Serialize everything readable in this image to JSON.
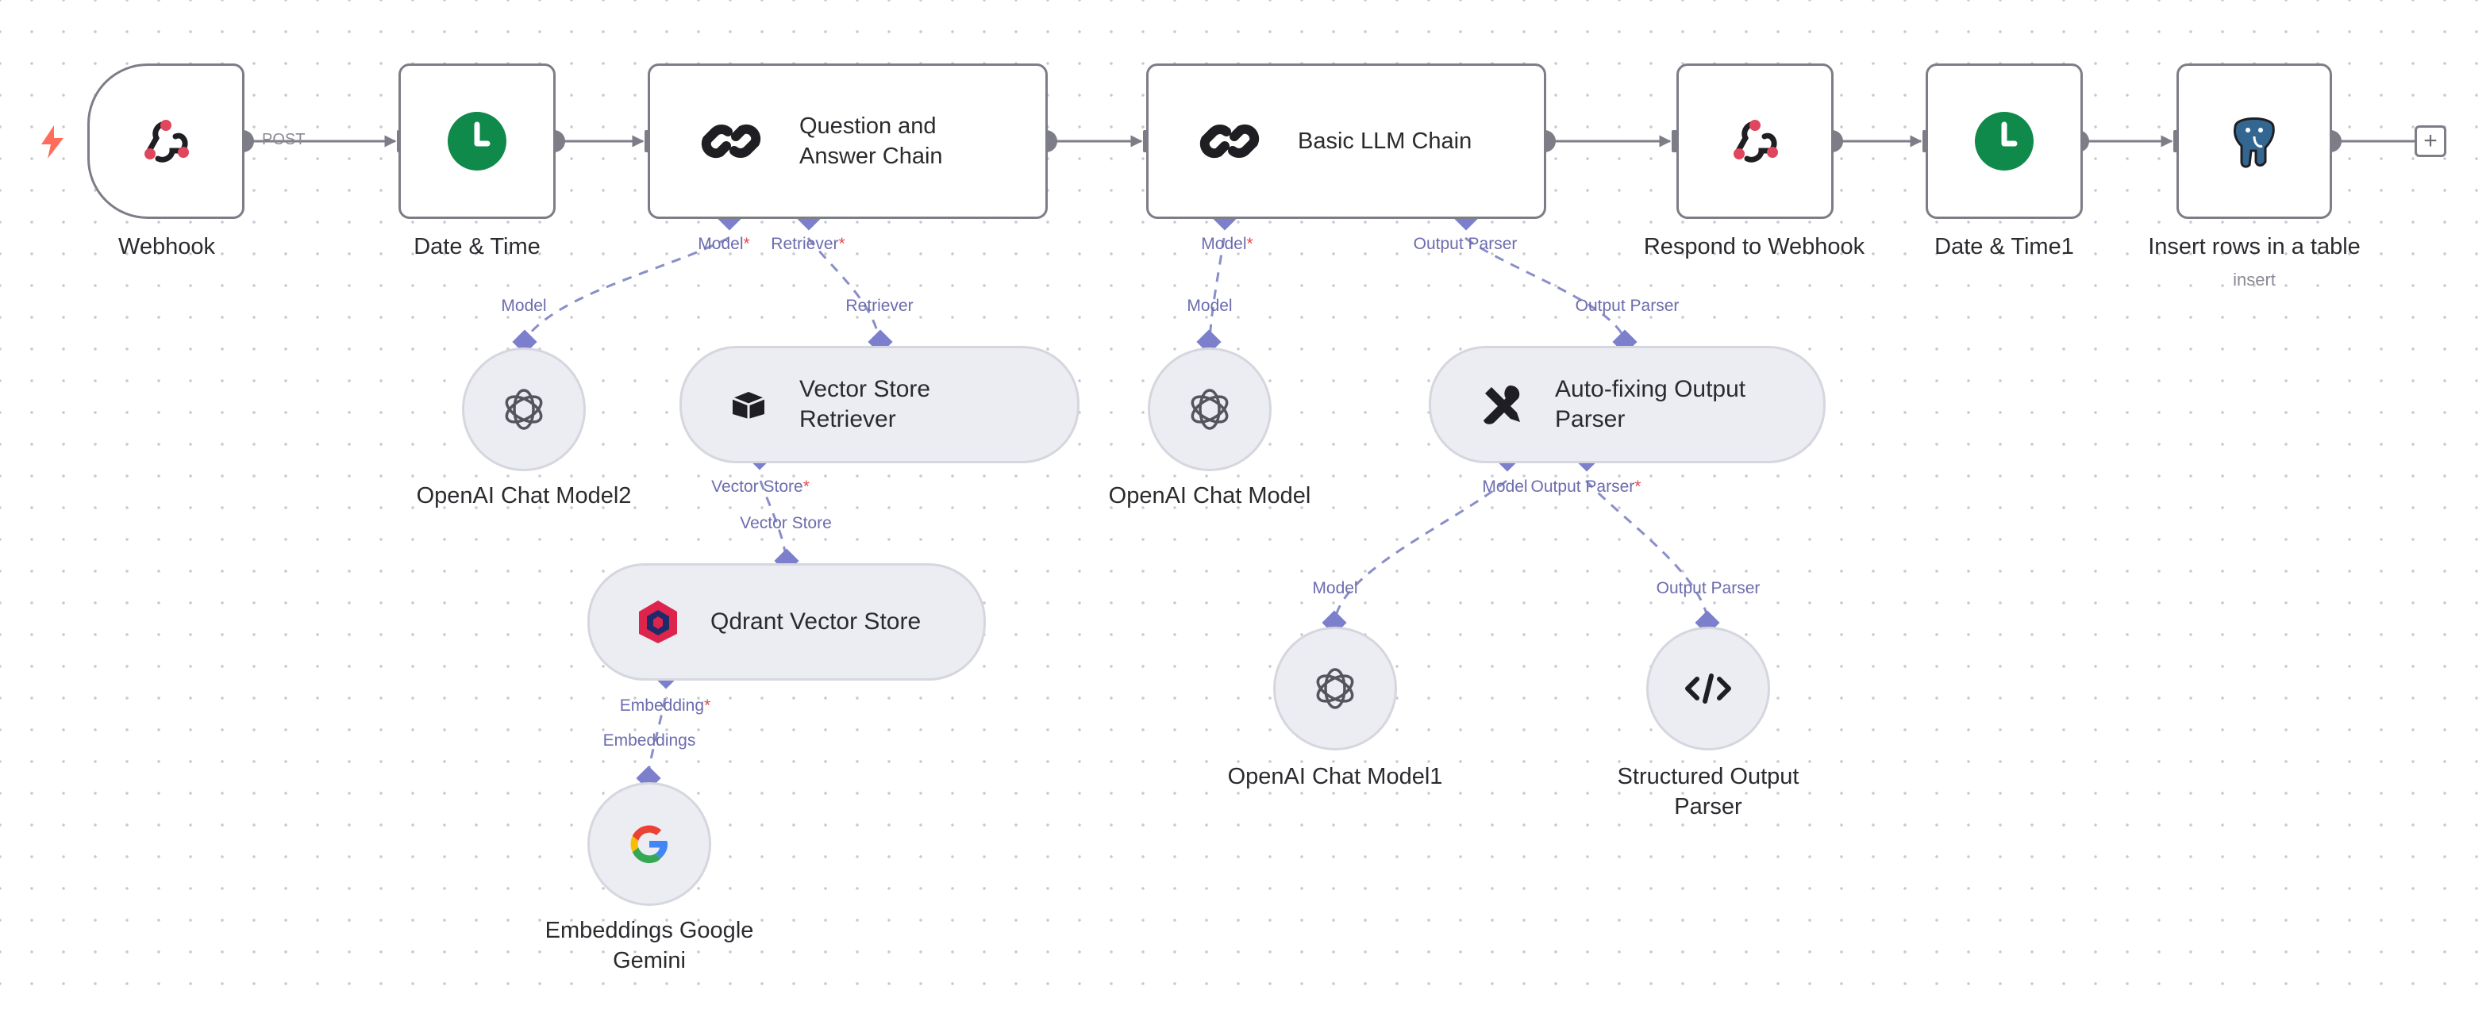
{
  "nodes": {
    "webhook": {
      "label": "Webhook"
    },
    "date_time": {
      "label": "Date & Time"
    },
    "qa_chain": {
      "line1": "Question and",
      "line2": "Answer Chain"
    },
    "llm_chain": {
      "title": "Basic LLM Chain"
    },
    "respond": {
      "label": "Respond to Webhook"
    },
    "date_time1": {
      "label": "Date & Time1"
    },
    "insert_rows": {
      "label": "Insert rows in a table",
      "sublabel": "insert"
    },
    "openai2": {
      "label": "OpenAI Chat Model2"
    },
    "vector_retriever": {
      "line1": "Vector Store",
      "line2": "Retriever"
    },
    "qdrant": {
      "title": "Qdrant Vector Store"
    },
    "gemini": {
      "line1": "Embeddings Google",
      "line2": "Gemini"
    },
    "openai": {
      "label": "OpenAI Chat Model"
    },
    "autofix": {
      "line1": "Auto-fixing Output",
      "line2": "Parser"
    },
    "openai1": {
      "label": "OpenAI Chat Model1"
    },
    "structured": {
      "line1": "Structured Output",
      "line2": "Parser"
    }
  },
  "port_labels": {
    "qa_model": "Model",
    "qa_retriever": "Retriever",
    "openai2_model": "Model",
    "retriever_in": "Retriever",
    "vs_out": "Vector Store",
    "vs_in": "Vector Store",
    "embedding_out": "Embedding",
    "embeddings_in": "Embeddings",
    "llm_model": "Model",
    "llm_parser": "Output Parser",
    "openai_model": "Model",
    "autofix_in": "Output Parser",
    "autofix_model": "Model",
    "autofix_parser": "Output Parser",
    "openai1_model": "Model",
    "structured_in": "Output Parser",
    "required_mark": "*"
  },
  "edge_labels": {
    "post": "POST"
  },
  "icons": {
    "trigger": "lightning-bolt-icon",
    "webhook": "webhook-icon",
    "clock": "clock-icon",
    "chain": "chain-link-icon",
    "openai": "openai-icon",
    "retriever": "box-icon",
    "qdrant": "qdrant-icon",
    "google": "google-g-icon",
    "tools": "tools-icon",
    "code": "code-brackets-icon",
    "postgres": "elephant-icon",
    "add": "plus-icon"
  },
  "add_symbol": "+",
  "colors": {
    "accent_port": "#7b7fcc",
    "clock_green": "#0f8a4a",
    "webhook_red": "#e0465e",
    "trigger_orange": "#ff6d5a",
    "required": "#e5484d",
    "postgres_blue": "#336791"
  }
}
